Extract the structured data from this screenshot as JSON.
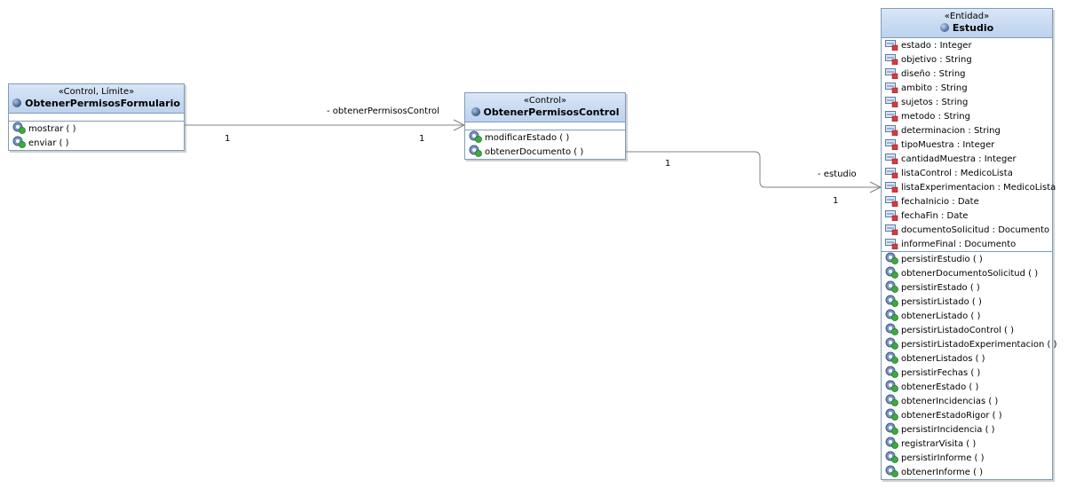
{
  "formulario": {
    "stereotype": "«Control, Límite»",
    "name": "ObtenerPermisosFormulario",
    "operations": [
      "mostrar ( )",
      "enviar ( )"
    ]
  },
  "control": {
    "stereotype": "«Control»",
    "name": "ObtenerPermisosControl",
    "operations": [
      "modificarEstado ( )",
      "obtenerDocumento ( )"
    ]
  },
  "estudio": {
    "stereotype": "«Entidad»",
    "name": "Estudio",
    "attributes": [
      "estado : Integer",
      "objetivo : String",
      "diseño : String",
      "ambito : String",
      "sujetos : String",
      "metodo : String",
      "determinacion : String",
      "tipoMuestra : Integer",
      "cantidadMuestra : Integer",
      "listaControl : MedicoLista",
      "listaExperimentacion : MedicoLista",
      "fechaInicio : Date",
      "fechaFin : Date",
      "documentoSolicitud : Documento",
      "informeFinal : Documento"
    ],
    "operations": [
      "persistirEstudio ( )",
      "obtenerDocumentoSolicitud ( )",
      "persistirEstado ( )",
      "persistirListado ( )",
      "obtenerListado ( )",
      "persistirListadoControl ( )",
      "persistirListadoExperimentacion ( )",
      "obtenerListados ( )",
      "persistirFechas ( )",
      "obtenerEstado ( )",
      "obtenerIncidencias ( )",
      "obtenerEstadoRigor ( )",
      "persistirIncidencia ( )",
      "registrarVisita ( )",
      "persistirInforme ( )",
      "obtenerInforme ( )"
    ]
  },
  "associations": [
    {
      "role": "- obtenerPermisosControl",
      "source_mult": "1",
      "target_mult": "1"
    },
    {
      "role": "- estudio",
      "source_mult": "1",
      "target_mult": "1"
    }
  ]
}
